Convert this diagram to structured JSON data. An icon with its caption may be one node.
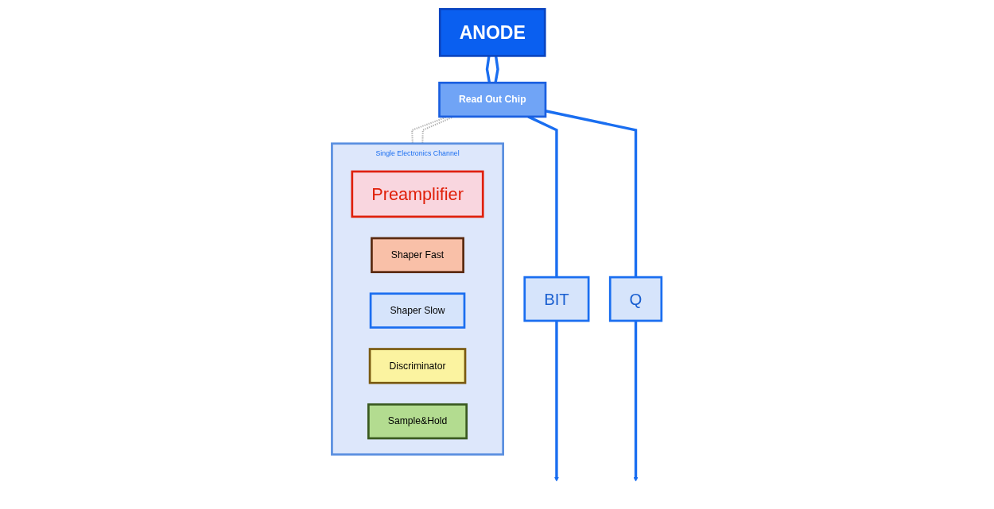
{
  "diagram": {
    "nodes": [
      {
        "text": [
          "ANODE"
        ]
      },
      {
        "text": [
          "Read Out Chip"
        ]
      },
      {
        "text": [
          "BIT"
        ]
      },
      {
        "text": [
          "Q"
        ]
      },
      {
        "text": [
          "Single Electronics Channel"
        ]
      },
      {
        "text": [
          "Preamplifier"
        ],
        "in": 4
      },
      {
        "text": [
          "Shaper Fast"
        ],
        "in": 4
      },
      {
        "text": [
          "Shaper Slow"
        ],
        "in": 4
      },
      {
        "text": [
          "Discriminator"
        ],
        "in": 4
      },
      {
        "text": [
          "Sample&Hold"
        ],
        "in": 4
      }
    ],
    "edges": [
      {
        "from": 0,
        "to": 1,
        "arrow": "none"
      },
      {
        "from": 0,
        "to": 1,
        "arrow": "none"
      },
      {
        "from": 1,
        "to": 2,
        "arrow": "none"
      },
      {
        "from": 1,
        "to": 3,
        "arrow": "none"
      },
      {
        "from": 2,
        "to": null,
        "arrow": "to"
      },
      {
        "from": 3,
        "to": null,
        "arrow": "to"
      },
      {
        "from": 1,
        "to": 4,
        "arrow": "none",
        "style": "dashed",
        "color": "#b0b0b0"
      },
      {
        "from": 1,
        "to": 4,
        "arrow": "none",
        "style": "dashed",
        "color": "#b0b0b0"
      }
    ]
  }
}
